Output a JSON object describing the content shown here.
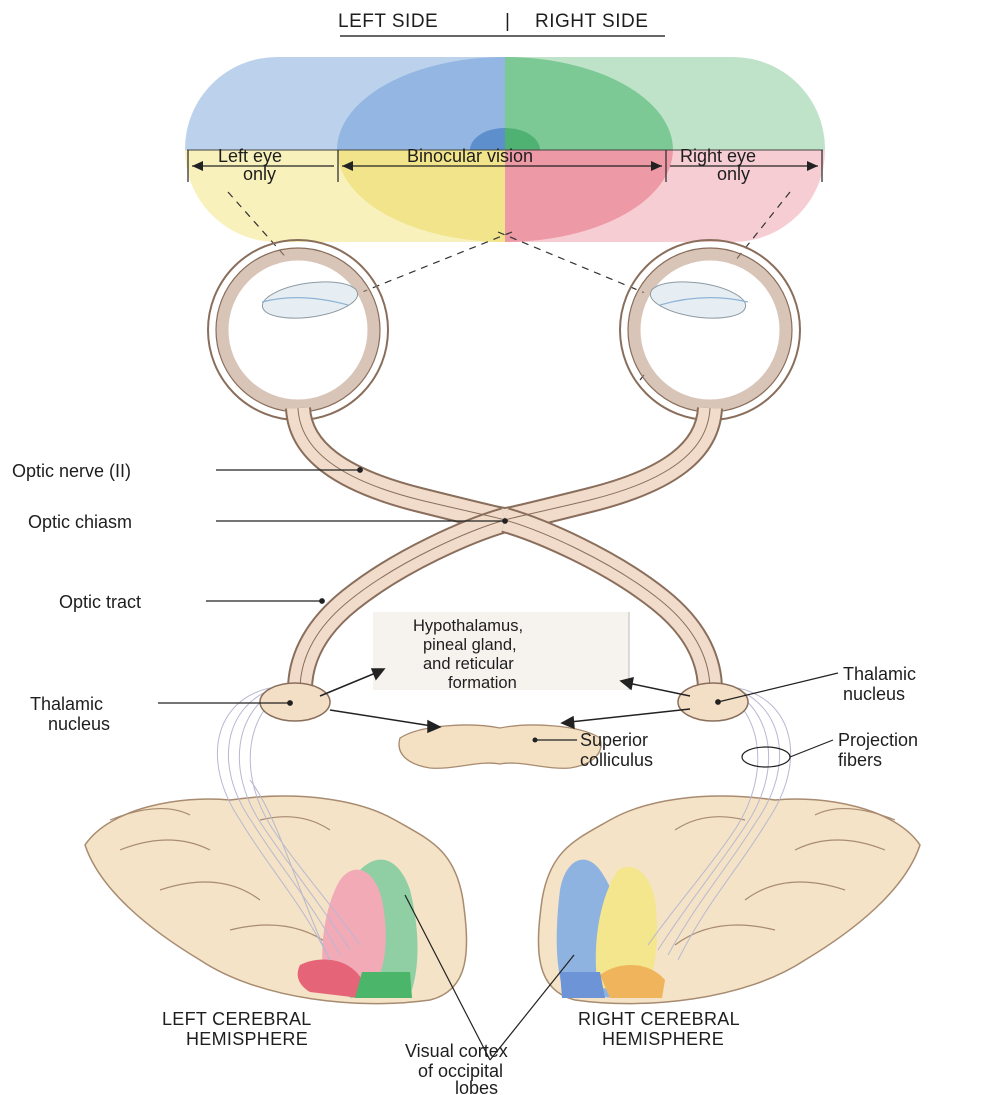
{
  "header": {
    "left_side": "LEFT SIDE",
    "divider": "|",
    "right_side": "RIGHT SIDE"
  },
  "visual_field": {
    "left_eye_only": [
      "Left eye",
      "only"
    ],
    "binocular": "Binocular vision",
    "right_eye_only": [
      "Right eye",
      "only"
    ]
  },
  "labels": {
    "optic_nerve": "Optic nerve (II)",
    "optic_chiasm": "Optic chiasm",
    "optic_tract": "Optic tract",
    "hypothalamus": [
      "Hypothalamus,",
      "pineal gland,",
      "and reticular",
      "formation"
    ],
    "thalamic_left": [
      "Thalamic",
      "nucleus"
    ],
    "thalamic_right": [
      "Thalamic",
      "nucleus"
    ],
    "superior_colliculus": [
      "Superior",
      "colliculus"
    ],
    "projection_fibers": [
      "Projection",
      "fibers"
    ],
    "left_hemisphere": [
      "LEFT CEREBRAL",
      "HEMISPHERE"
    ],
    "right_hemisphere": [
      "RIGHT CEREBRAL",
      "HEMISPHERE"
    ],
    "visual_cortex": [
      "Visual cortex",
      "of occipital",
      "lobes"
    ]
  },
  "colors": {
    "blue": "#9fbde3",
    "green": "#8fcfa3",
    "yellow": "#f3ea9c",
    "pink": "#f2b6c0",
    "nerve": "#f1dccb",
    "nerve_outline": "#8a6e5c",
    "brain": "#f4e3c6"
  }
}
